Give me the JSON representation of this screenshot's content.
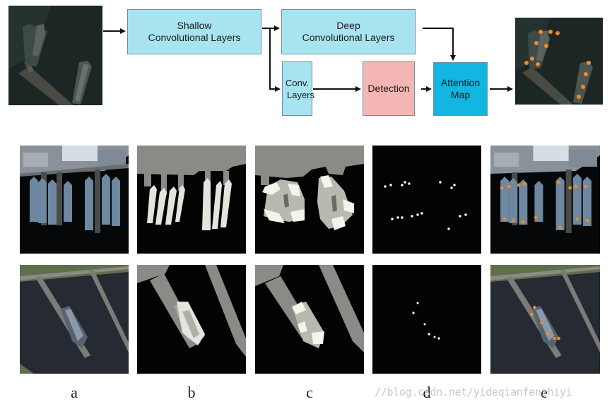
{
  "diagram": {
    "boxes": {
      "shallow": [
        "Shallow",
        "Convolutional Layers"
      ],
      "deep": [
        "Deep",
        "Convolutional Layers"
      ],
      "conv": [
        "Conv.",
        "Layers"
      ],
      "detection": [
        "Detection"
      ],
      "attention": [
        "Attention",
        "Map"
      ]
    },
    "colors": {
      "box_light": "#a8e4ef",
      "box_pink": "#f4b6b3",
      "box_cyan": "#12b6e0",
      "detection_dot": "#f08a24"
    }
  },
  "captions": [
    "a",
    "b",
    "c",
    "d",
    "e"
  ],
  "watermark": "//blog.csdn.net/yideqianfenzhiyi"
}
